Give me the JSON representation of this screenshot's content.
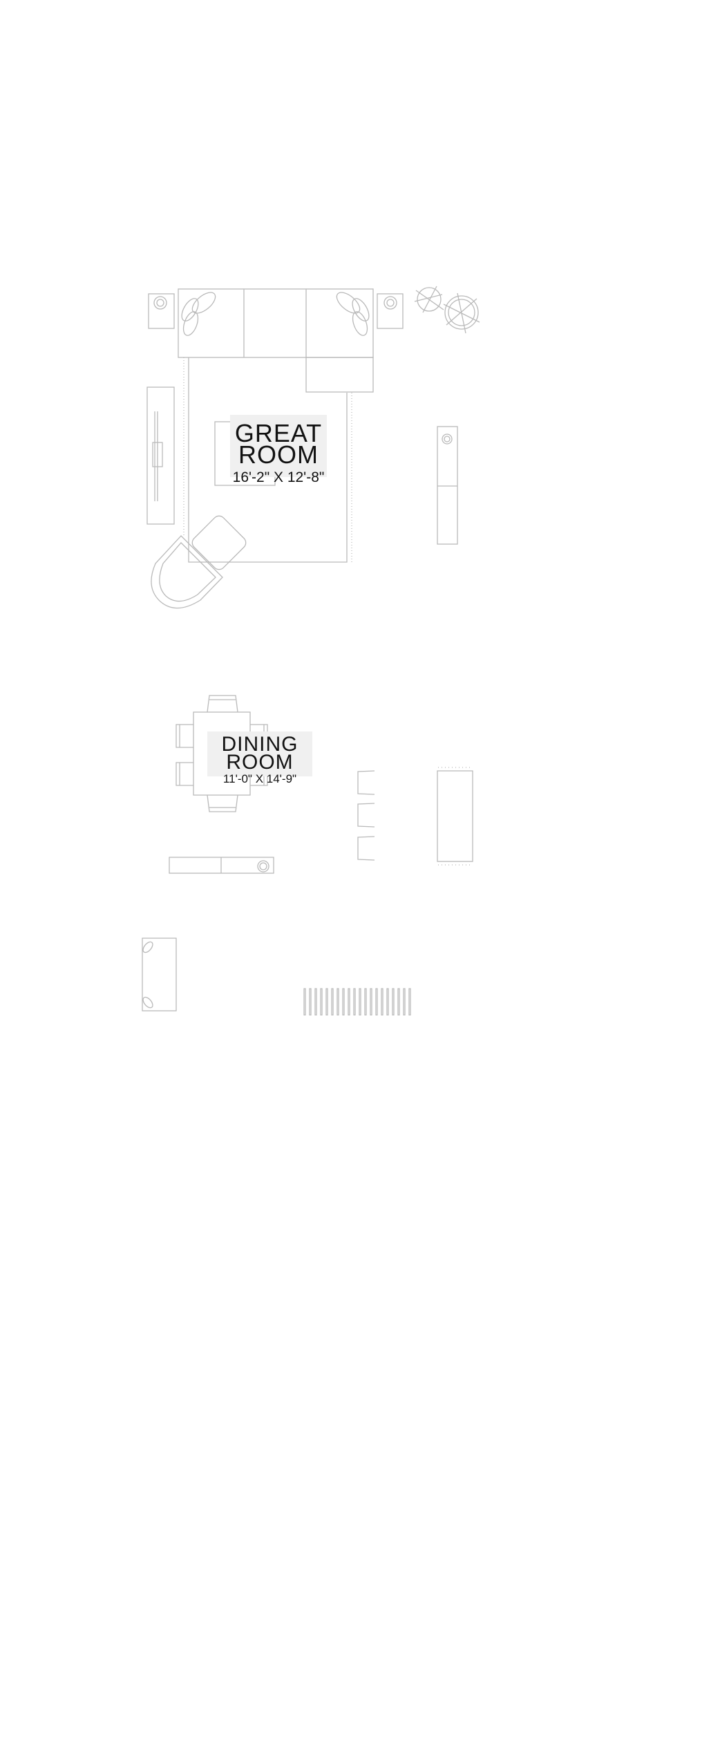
{
  "rooms": [
    {
      "name_line1": "GREAT",
      "name_line2": "ROOM",
      "dimensions": "16'-2\" X 12'-8\""
    },
    {
      "name_line1": "DINING",
      "name_line2": "ROOM",
      "dimensions": "11'-0\" X 14'-9\""
    }
  ],
  "colors": {
    "line": "#b9b9b9",
    "label_bg": "#f0f0f0",
    "text": "#111111"
  }
}
